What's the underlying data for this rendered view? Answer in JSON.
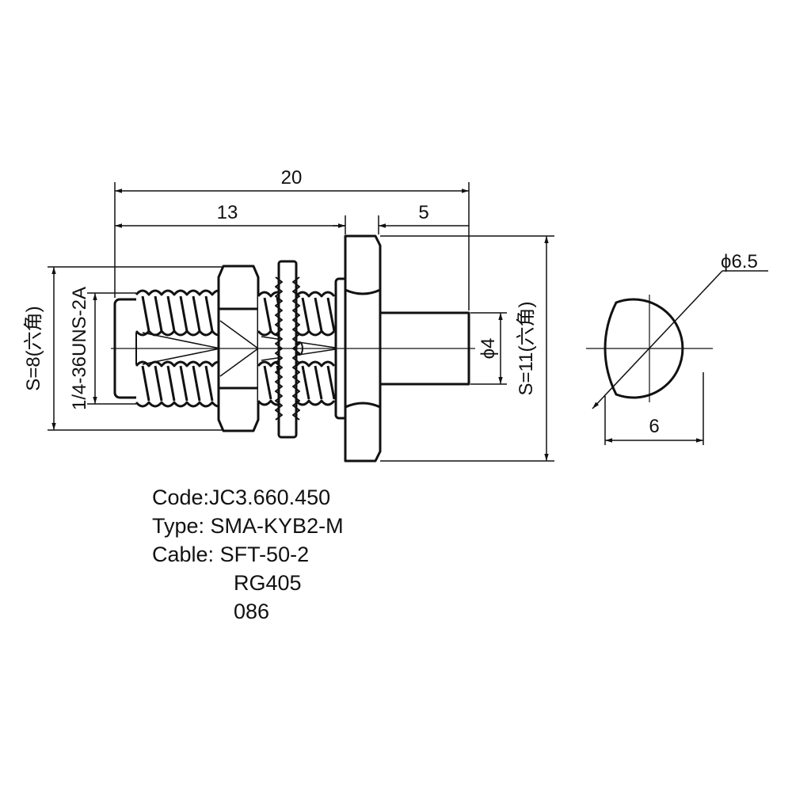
{
  "dimensions": {
    "overall_length": "20",
    "body_length": "13",
    "pin_length": "5",
    "thread_label": "1/4-36UNS-2A",
    "hex_small_label": "S=8(",
    "hex_small_cn": "六角",
    "hex_small_close": ")",
    "hex_large_label": "S=11(",
    "hex_large_cn": "六角",
    "hex_large_close": ")",
    "pin_diameter_symbol": "ϕ",
    "pin_diameter": "4",
    "cutout_diameter_symbol": "ϕ",
    "cutout_diameter": "6.5",
    "cutout_flat_width": "6"
  },
  "info": {
    "code": "Code:JC3.660.450",
    "type": "Type: SMA-KYB2-M",
    "cable_prefix": "Cable: ",
    "cables": [
      "SFT-50-2",
      "RG405",
      "086"
    ]
  }
}
